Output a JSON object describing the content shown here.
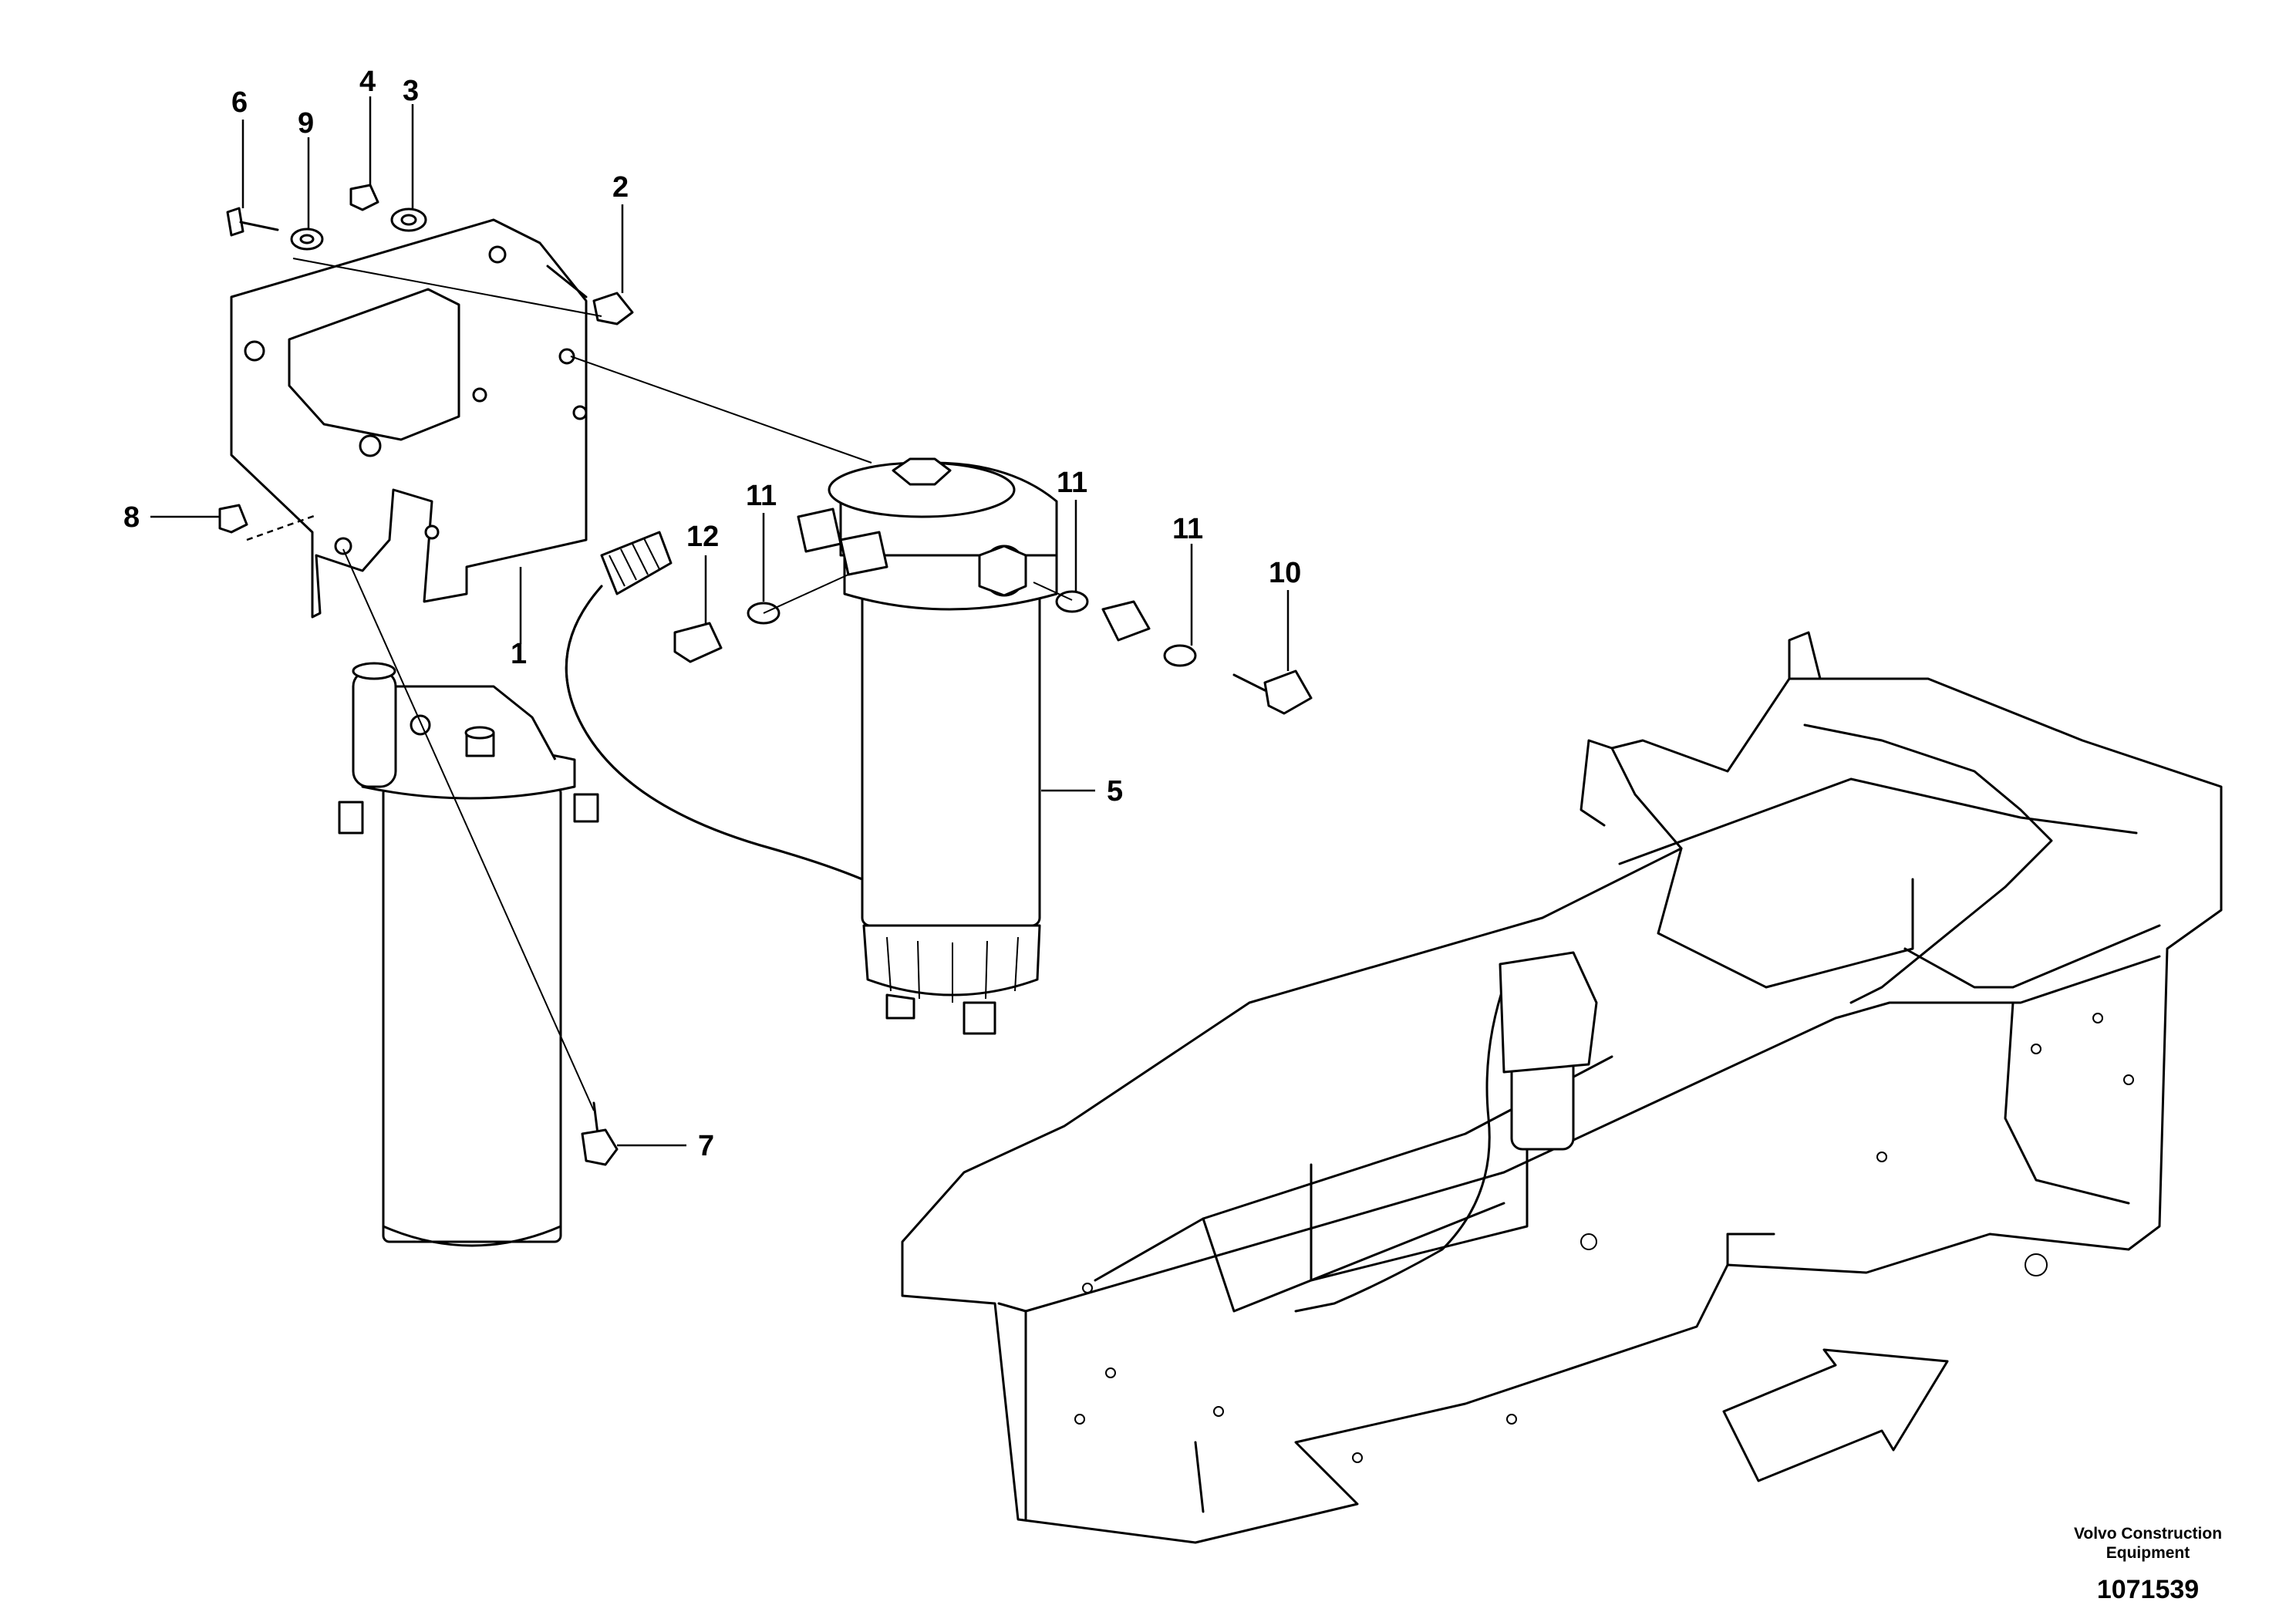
{
  "callouts": [
    {
      "id": "1",
      "label": "1"
    },
    {
      "id": "2",
      "label": "2"
    },
    {
      "id": "3",
      "label": "3"
    },
    {
      "id": "4",
      "label": "4"
    },
    {
      "id": "5",
      "label": "5"
    },
    {
      "id": "6",
      "label": "6"
    },
    {
      "id": "7",
      "label": "7"
    },
    {
      "id": "8",
      "label": "8"
    },
    {
      "id": "9",
      "label": "9"
    },
    {
      "id": "10",
      "label": "10"
    },
    {
      "id": "11a",
      "label": "11"
    },
    {
      "id": "11b",
      "label": "11"
    },
    {
      "id": "11c",
      "label": "11"
    },
    {
      "id": "12",
      "label": "12"
    }
  ],
  "footer": {
    "company_line1": "Volvo Construction",
    "company_line2": "Equipment",
    "drawing_number": "1071539"
  }
}
